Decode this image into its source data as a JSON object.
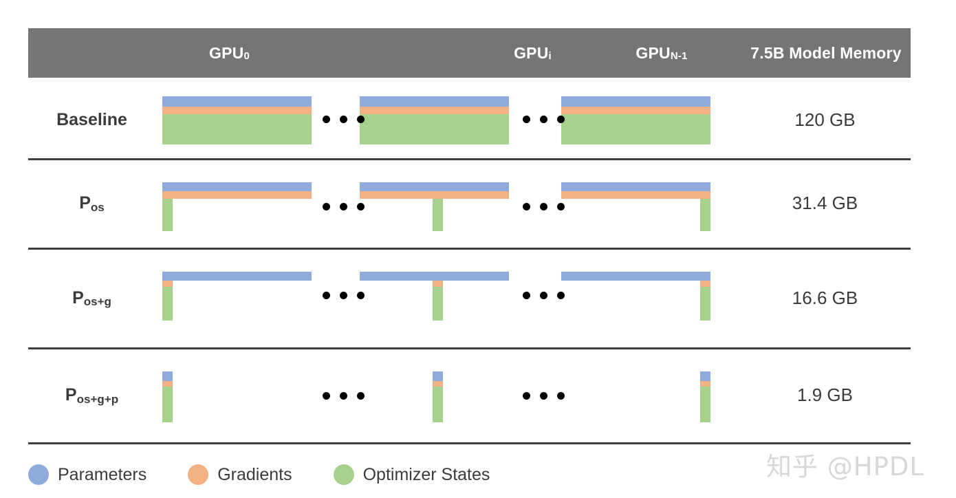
{
  "figure": {
    "title_watermark": "知乎 @HPDL",
    "colors": {
      "parameters": "#8faadc",
      "gradients": "#f4b183",
      "optimizer_states": "#a9d18e",
      "header_band": "#757575",
      "separator": "#3f3f3f",
      "text": "#3b3b3b",
      "header_text": "#ffffff",
      "background": "#ffffff",
      "watermark": "#d8d8d8"
    }
  },
  "header": {
    "label_col": "",
    "columns": [
      {
        "base": "GPU",
        "sub": "0",
        "name": "gpu-0"
      },
      {
        "base": "GPU",
        "sub": "i",
        "name": "gpu-i"
      },
      {
        "base": "GPU",
        "sub": "N-1",
        "name": "gpu-n-1"
      }
    ],
    "memory_col": "7.5B Model Memory"
  },
  "rows": [
    {
      "id": "baseline",
      "label": "Baseline",
      "label_sub": "",
      "memory": "120 GB",
      "layout": "full",
      "segments": {
        "parameters": "full",
        "gradients": "full",
        "optimizer_states": "full"
      }
    },
    {
      "id": "p-os",
      "label": "P",
      "label_sub": "os",
      "memory": "31.4 GB",
      "layout": "partition-os",
      "segments": {
        "parameters": "full",
        "gradients": "full",
        "optimizer_states": "sharded"
      }
    },
    {
      "id": "p-os-g",
      "label": "P",
      "label_sub": "os+g",
      "memory": "16.6 GB",
      "layout": "partition-os-g",
      "segments": {
        "parameters": "full",
        "gradients": "sharded",
        "optimizer_states": "sharded"
      }
    },
    {
      "id": "p-os-g-p",
      "label": "P",
      "label_sub": "os+g+p",
      "memory": "1.9 GB",
      "layout": "partition-os-g-p",
      "segments": {
        "parameters": "sharded",
        "gradients": "sharded",
        "optimizer_states": "sharded"
      }
    }
  ],
  "ellipsis": {
    "glyph": "•••",
    "count": 3
  },
  "legend": {
    "items": [
      {
        "label": "Parameters",
        "color": "#8faadc",
        "name": "legend-parameters"
      },
      {
        "label": "Gradients",
        "color": "#f4b183",
        "name": "legend-gradients"
      },
      {
        "label": "Optimizer States",
        "color": "#a9d18e",
        "name": "legend-optimizer-states"
      }
    ]
  },
  "chart_data": {
    "type": "bar",
    "title": "ZeRO memory partitioning across GPUs (7.5B model)",
    "categories": [
      "Baseline",
      "P_os",
      "P_os+g",
      "P_os+g+p"
    ],
    "series": [
      {
        "name": "Parameters",
        "color": "#8faadc"
      },
      {
        "name": "Gradients",
        "color": "#f4b183"
      },
      {
        "name": "Optimizer States",
        "color": "#a9d18e"
      }
    ],
    "per_gpu_memory_gb": [
      120,
      31.4,
      16.6,
      1.9
    ],
    "columns": [
      "GPU_0",
      "GPU_i",
      "GPU_N-1"
    ],
    "legend_position": "bottom-left",
    "grid": false
  }
}
